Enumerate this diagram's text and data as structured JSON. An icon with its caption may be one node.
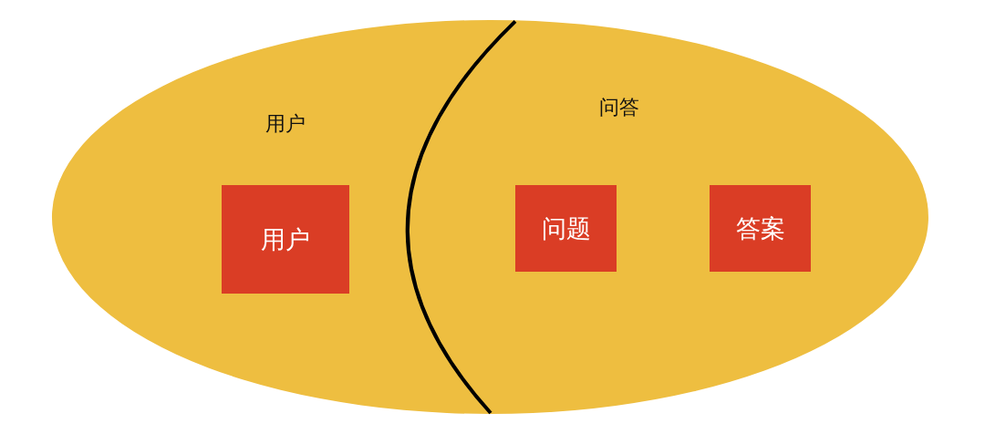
{
  "diagram": {
    "nodes": [
      {
        "text": [
          "用户"
        ]
      },
      {
        "text": [
          "用户"
        ],
        "in": 0
      },
      {
        "text": [
          "问答"
        ]
      },
      {
        "text": [
          "问题"
        ],
        "in": 2
      },
      {
        "text": [
          "答案"
        ],
        "in": 2
      }
    ]
  }
}
